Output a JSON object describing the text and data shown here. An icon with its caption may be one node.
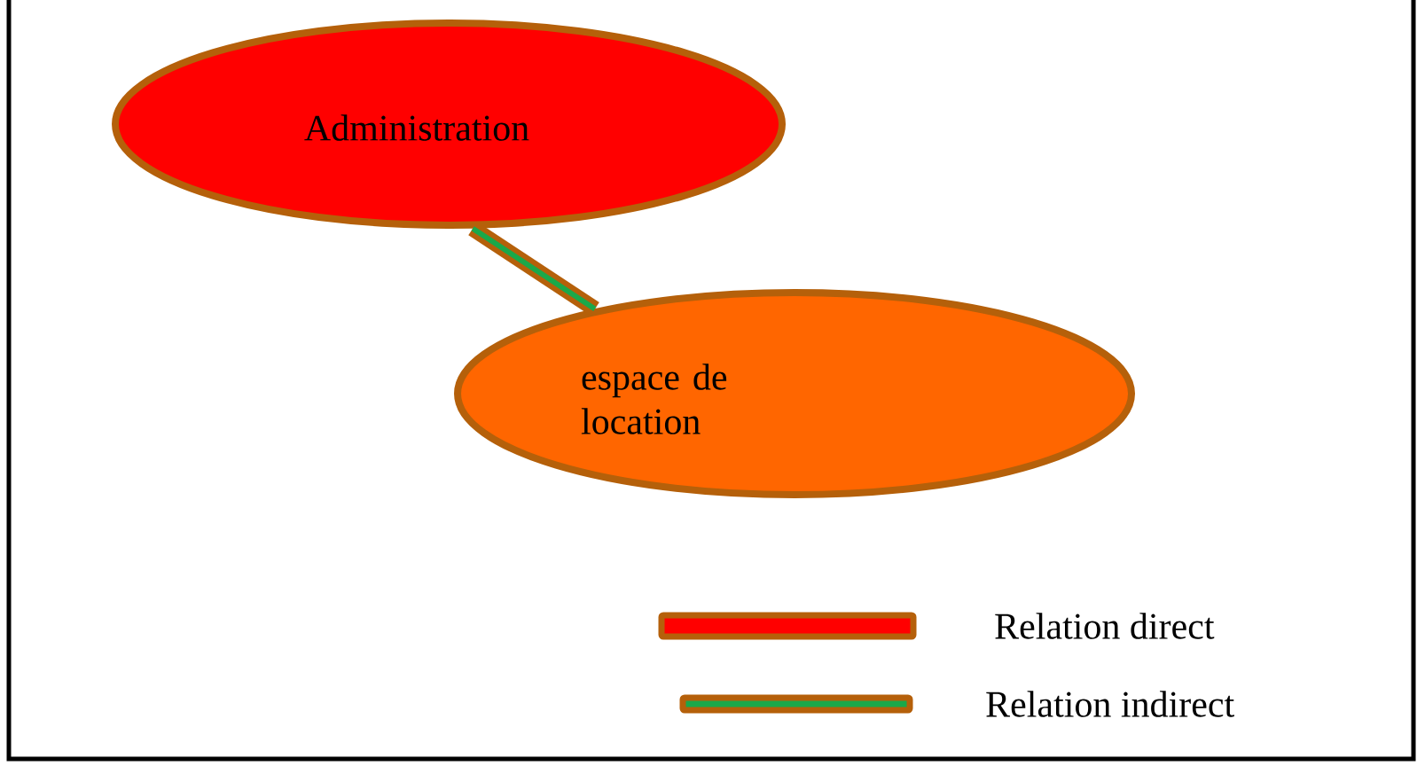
{
  "diagram": {
    "nodes": [
      {
        "text": [
          "Administration"
        ]
      },
      {
        "text": [
          "espace de location"
        ]
      }
    ],
    "edges": [
      {
        "from": 0,
        "to": 1,
        "arrow": "none"
      }
    ],
    "legend": [
      {
        "text": "Relation direct",
        "color": "#ff0000"
      },
      {
        "text": "Relation indirect",
        "color": "#1aa84a"
      }
    ]
  }
}
